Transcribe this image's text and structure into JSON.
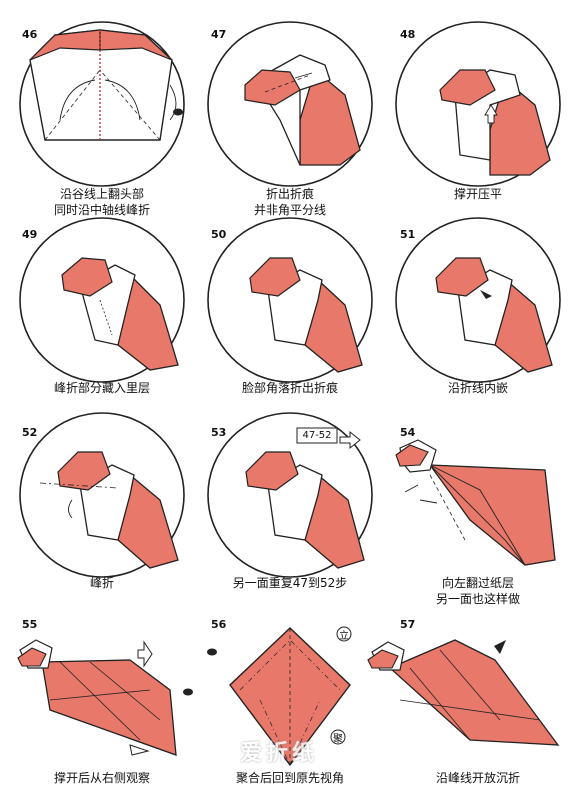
{
  "steps": [
    {
      "num": "46",
      "caption": "沿谷线上翻头部\n同时沿中轴线峰折"
    },
    {
      "num": "47",
      "caption": "折出折痕\n并非角平分线"
    },
    {
      "num": "48",
      "caption": "撑开压平"
    },
    {
      "num": "49",
      "caption": "峰折部分藏入里层"
    },
    {
      "num": "50",
      "caption": "脸部角落折出折痕"
    },
    {
      "num": "51",
      "caption": "沿折线内嵌"
    },
    {
      "num": "52",
      "caption": "峰折"
    },
    {
      "num": "53",
      "caption": "另一面重复47到52步",
      "tag": "47-52"
    },
    {
      "num": "54",
      "caption": "向左翻过纸层\n另一面也这样做"
    },
    {
      "num": "55",
      "caption": "撑开后从右侧观察"
    },
    {
      "num": "56",
      "caption": "聚合后回到原先视角",
      "symbol_top": "立",
      "symbol_bottom": "聚"
    },
    {
      "num": "57",
      "caption": "沿峰线开放沉折"
    }
  ],
  "watermark": "爱折纸",
  "colors": {
    "paper": "#e8786a",
    "outline": "#222222",
    "background": "#ffffff"
  }
}
